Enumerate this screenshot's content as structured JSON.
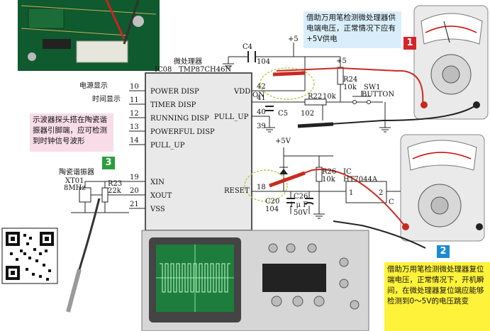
{
  "chip": {
    "name": "IC08",
    "maker": "微处理器",
    "model": "TMP87CH46N"
  },
  "left_pins": [
    {
      "num": "10",
      "name": "POWER DISP",
      "note": "电源显示"
    },
    {
      "num": "11",
      "name": "TIMER DISP",
      "note": "时间显示"
    },
    {
      "num": "12",
      "name": "RUNNING DISP",
      "note": ""
    },
    {
      "num": "13",
      "name": "POWERFUL DISP",
      "note": ""
    },
    {
      "num": "14",
      "name": "PULL_UP",
      "note": ""
    },
    {
      "num": "19",
      "name": "XIN",
      "note": ""
    },
    {
      "num": "20",
      "name": "XOUT",
      "note": ""
    },
    {
      "num": "21",
      "name": "VSS",
      "note": ""
    }
  ],
  "right_pins": [
    {
      "num": "42",
      "name": "VDD"
    },
    {
      "num": "41",
      "name": "ON"
    },
    {
      "num": "40",
      "name": "PULL_UP"
    },
    {
      "num": "39",
      "name": ""
    },
    {
      "num": "18",
      "name": "RESET"
    }
  ],
  "components": {
    "c4": "C4",
    "c4_val": "104",
    "plus5_top": "+5",
    "r24": "R24",
    "r24_val": "10k",
    "plus5_probe": "+5",
    "r22": "R22",
    "r22_val": "10k",
    "sw1": "SW1",
    "sw1_sub": "BUTTON",
    "c5": "C5",
    "c5_val": "102",
    "plus5v": "+5V",
    "r26": "R26",
    "r26_val": "10k",
    "ic": "IC",
    "ic_model": "HT7044A",
    "ic_pin1": "1",
    "ic_pin2": "2",
    "c20": "C20",
    "c20_val": "104",
    "c26": "C26",
    "c26_val": "1 μ F",
    "c26_v": "50V",
    "c_right": "C",
    "xt_label": "陶瓷谐振器",
    "xt01": "XT01",
    "xt_freq": "8MHz",
    "r23": "R23",
    "r23_val": "22k"
  },
  "notes": {
    "n1": "借助万用笔检测微处理器供电端电压，正常情况下应有+5V供电",
    "n2": "借助万用笔检测微处理器复位端电压，正常情况下，开机瞬间，在微处理器复位端应能够检测到0～5V的电压跳变",
    "n3": "示波器探头搭在陶瓷谐振器引脚端，应可检测到时钟信号波形"
  },
  "badges": {
    "b1": "1",
    "b2": "2",
    "b3": "3"
  },
  "colors": {
    "chip": "#e9e9e9",
    "note_blue": "#d9eefa",
    "note_pink": "#f8dde9",
    "note_yellow": "#fff23a",
    "badge_red": "#d8232a",
    "badge_blue": "#1a8ad4",
    "badge_green": "#2a9d3a",
    "probe_red": "#c92a20",
    "scope_screen": "#1d7d3c",
    "board_green": "#0f5a2e"
  }
}
